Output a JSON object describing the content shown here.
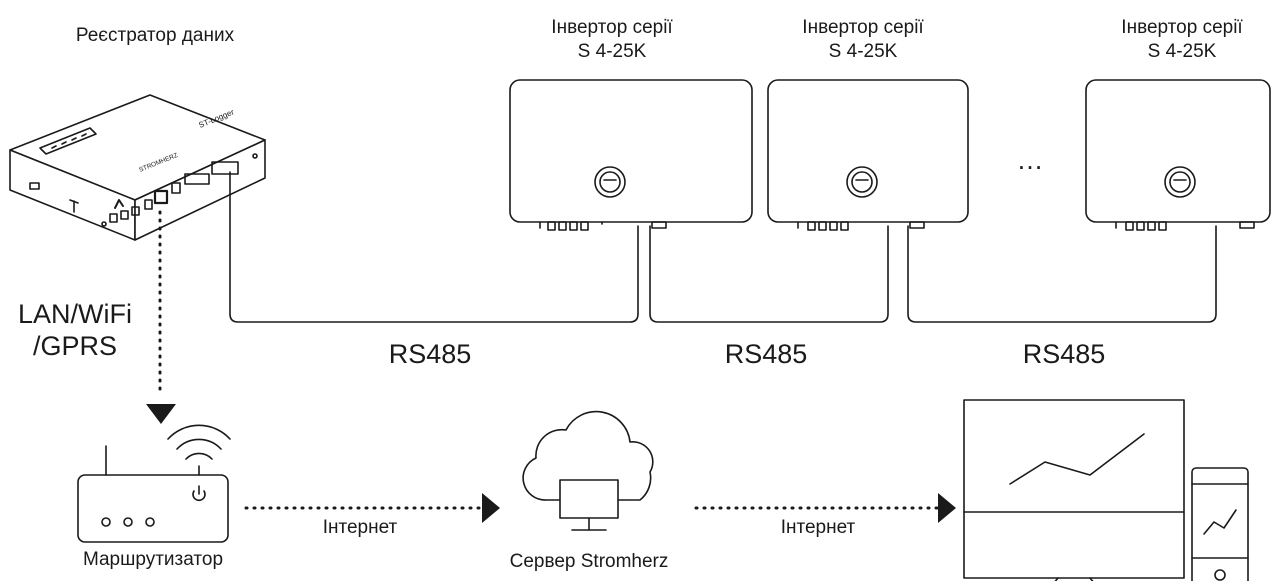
{
  "logger": {
    "label": "Реєстратор даних",
    "model": "ST-Logger",
    "brand": "STROMHERZ"
  },
  "inverters": [
    {
      "title_line1": "Інвертор серії",
      "title_line2": "S 4-25K"
    },
    {
      "title_line1": "Інвертор серії",
      "title_line2": "S 4-25K"
    },
    {
      "title_line1": "Інвертор серії",
      "title_line2": "S 4-25K"
    }
  ],
  "ellipsis": "…",
  "links": {
    "rs485": [
      "RS485",
      "RS485",
      "RS485"
    ],
    "wireless_line1": "LAN/WiFi",
    "wireless_line2": "/GPRS",
    "internet_1": "Інтернет",
    "internet_2": "Інтернет"
  },
  "router": {
    "label": "Маршрутизатор"
  },
  "server": {
    "label": "Сервер Stromherz"
  },
  "colors": {
    "stroke": "#1a1a1a",
    "background": "#ffffff"
  }
}
